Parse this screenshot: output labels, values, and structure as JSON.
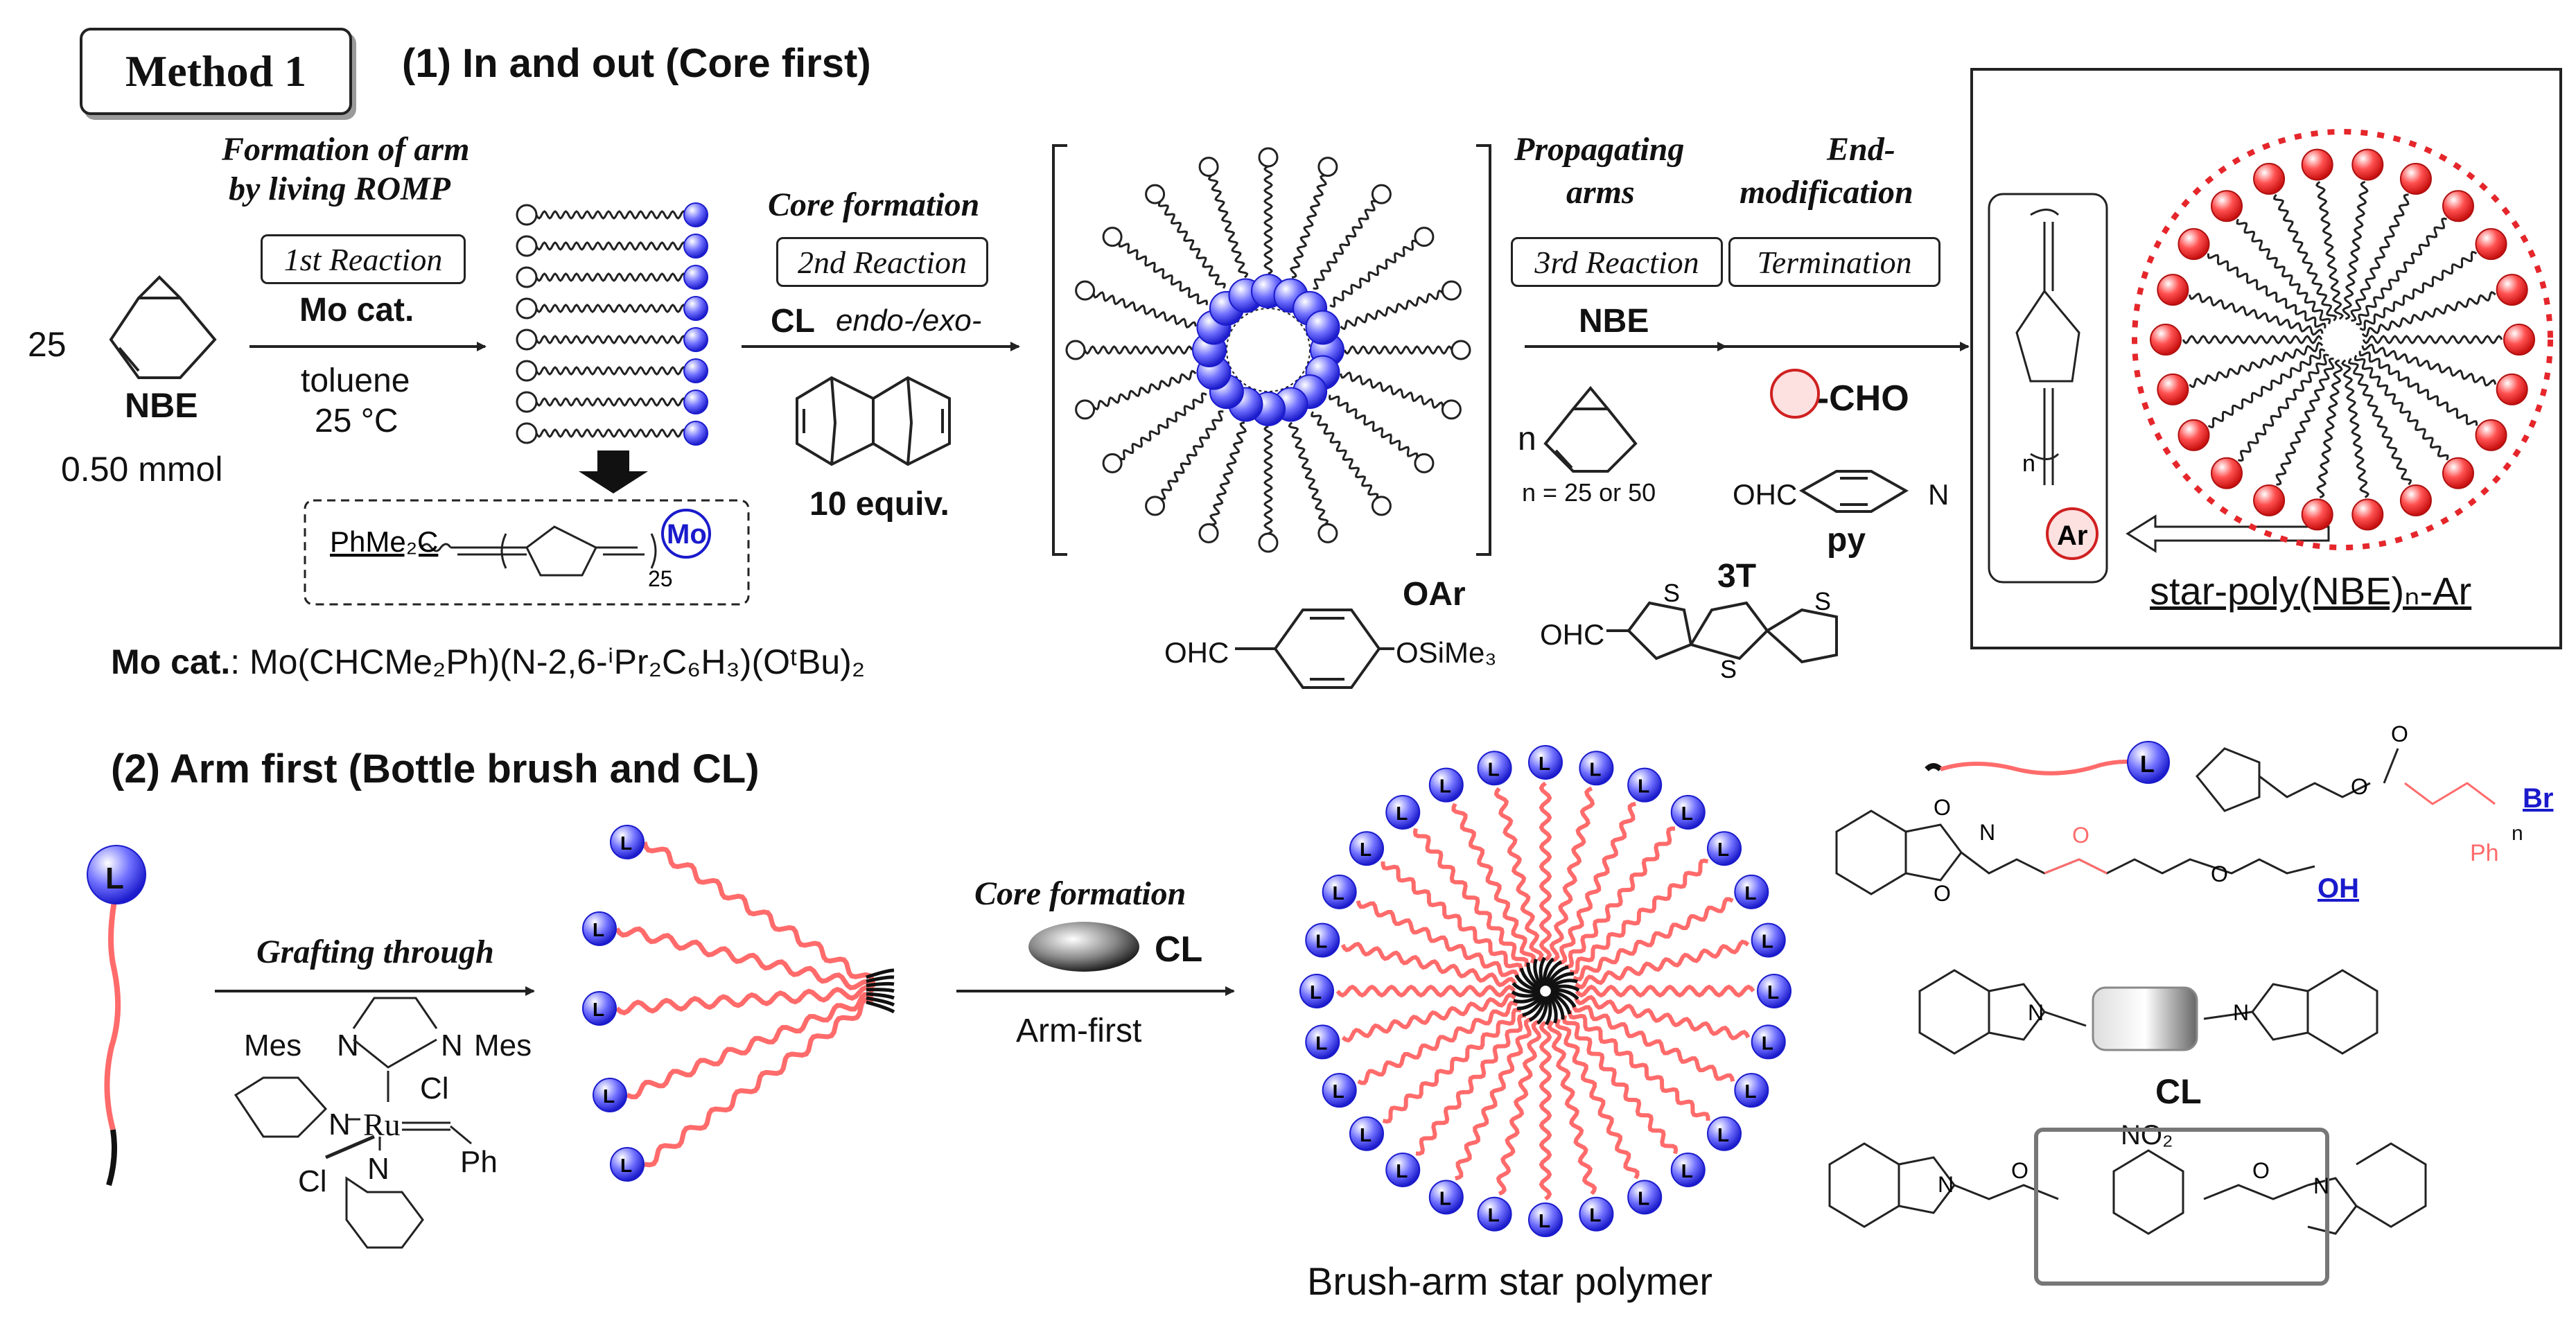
{
  "method": {
    "label": "Method 1"
  },
  "section1": {
    "title": "(1) In and out (Core first)"
  },
  "section2": {
    "title": "(2) Arm first (Bottle brush and CL)"
  },
  "monomer": {
    "amount": "25",
    "name": "NBE",
    "mmol": "0.50 mmol"
  },
  "step1": {
    "heading1": "Formation of arm",
    "heading2": "by living ROMP",
    "reaction": "1st Reaction",
    "reagent": "Mo cat.",
    "solvent": "toluene",
    "temp": "25 °C"
  },
  "mo_inset": {
    "left": "PhMe₂C",
    "sub": "25",
    "metal": "Mo"
  },
  "mo_cat": {
    "label": "Mo cat.",
    "formula": ": Mo(CHCMe₂Ph)(N-2,6-ⁱPr₂C₆H₃)(OᵗBu)₂"
  },
  "step2": {
    "heading": "Core formation",
    "reaction": "2nd Reaction",
    "reagent": "CL",
    "stereo": "endo-/exo-",
    "equiv": "10 equiv."
  },
  "step3": {
    "heading1": "Propagating",
    "heading2": "arms",
    "reaction": "3rd Reaction",
    "reagent": "NBE",
    "n": "n",
    "n_values": "n = 25 or 50"
  },
  "step4": {
    "heading1": "End-",
    "heading2": "modification",
    "reaction": "Termination",
    "ar": "Ar",
    "cho": "-CHO"
  },
  "aldehydes": {
    "py_ohc": "OHC",
    "py_n": "N",
    "py_label": "py",
    "oar_label": "OAr",
    "oar_ohc": "OHC",
    "oar_tail": "OSiMe₃",
    "t3_label": "3T",
    "t3_ohc": "OHC",
    "s": "S"
  },
  "product1": {
    "ar": "Ar",
    "n": "n",
    "label": "star-poly(NBE)ₙ-Ar"
  },
  "arm_first": {
    "grafting": "Grafting through",
    "mes_left": "Mes",
    "mes_right": "Mes",
    "n1": "N",
    "n2": "N",
    "cl1": "Cl",
    "cl2": "Cl",
    "ru": "Ru",
    "ph": "Ph",
    "py_n1": "N",
    "py_n2": "N",
    "core_heading": "Core formation",
    "cl": "CL",
    "arm_first_label": "Arm-first",
    "product": "Brush-arm star polymer",
    "ligand": "L"
  },
  "right_structs": {
    "o": "O",
    "n": "N",
    "oh": "OH",
    "br": "Br",
    "ph": "Ph",
    "n_sub": "n",
    "cl_label": "CL",
    "no2": "NO₂"
  },
  "colors": {
    "blue_bead": "#3b3bff",
    "red_bead": "#e5262b",
    "red_chain": "#ff6b6b",
    "frame": "#222222"
  }
}
